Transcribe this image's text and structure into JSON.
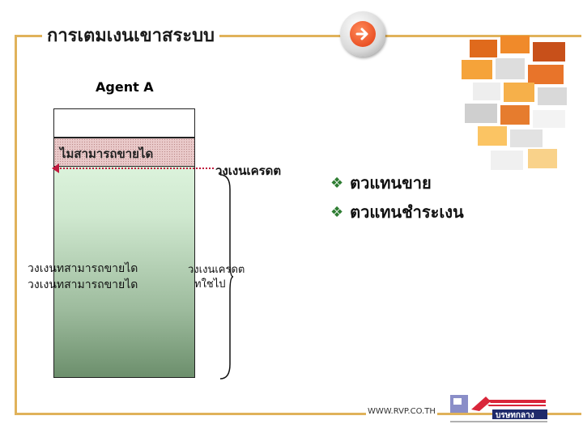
{
  "slide": {
    "title": "การเตมเงนเขาสระบบ",
    "agent_label": "Agent A",
    "bar_top_label": "ไมสามารถขายได",
    "credit_line_label": "วงเงนเครดต",
    "sellable_line1": "วงเงนทสามารถขายได",
    "sellable_line2": "วงเงนทสามารถขายได",
    "used_credit_line1": "วงเงนเครดต",
    "used_credit_line2": "ทใชไป"
  },
  "bullets": [
    {
      "icon": "clover-bullet-icon",
      "text": "ตวแทนขาย"
    },
    {
      "icon": "clover-bullet-icon",
      "text": "ตวแทนชำระเงน"
    }
  ],
  "footer": {
    "url": "WWW.RVP.CO.TH",
    "logo_text": "บรษทกลาง"
  },
  "colors": {
    "frame": "#e0b25a",
    "credit_arrow": "#c0183c",
    "bullet": "#2e7d32",
    "next_button": "#e23b10"
  }
}
